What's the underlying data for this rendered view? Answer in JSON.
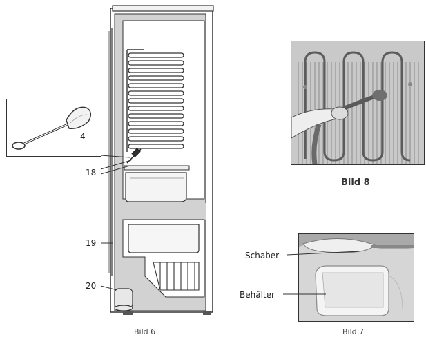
{
  "figure_main": {
    "labels": {
      "l4": "4",
      "l18": "18",
      "l19": "19",
      "l20": "20"
    },
    "caption_partial": "Bild 6"
  },
  "figure_top_right": {
    "caption": "Bild 8"
  },
  "figure_bottom_right": {
    "labels": {
      "schaber": "Schaber",
      "behaelter": "Behälter"
    },
    "caption_partial": "Bild 7"
  },
  "colors": {
    "panel_fill": "#d2d2d2",
    "line": "#333333",
    "photo_dark": "#6f6f6f",
    "photo_light": "#c8c8c8"
  }
}
